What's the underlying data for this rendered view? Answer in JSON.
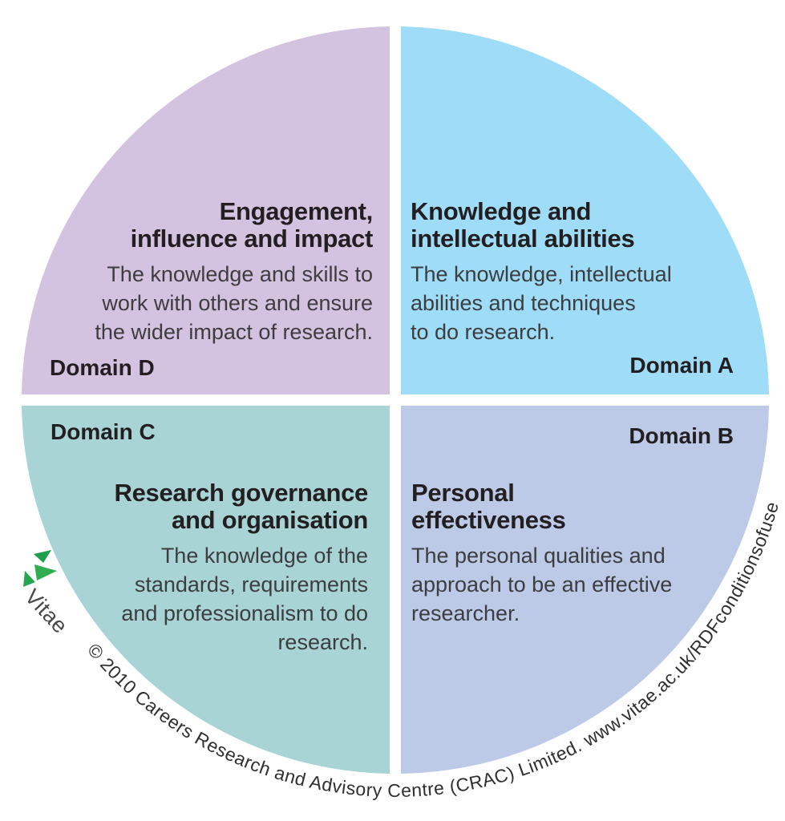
{
  "branding": {
    "name": "Vitae",
    "logo_green_dark": "#1f9f4d",
    "logo_green": "#31ad51",
    "logo_green_mid": "#27a64f"
  },
  "quadrants": {
    "d": {
      "domain_label": "Domain D",
      "color": "#d3c2e0",
      "title_lines": [
        "Engagement,",
        "influence and impact"
      ],
      "body_lines": [
        "The knowledge and skills to",
        "work with others and ensure",
        "the wider impact of research."
      ]
    },
    "a": {
      "domain_label": "Domain A",
      "color": "#9edcf7",
      "title_lines": [
        "Knowledge and",
        "intellectual abilities"
      ],
      "body_lines": [
        "The knowledge, intellectual",
        "abilities and techniques",
        "to do research."
      ]
    },
    "c": {
      "domain_label": "Domain C",
      "color": "#a9d4d6",
      "title_lines": [
        "Research governance",
        "and organisation"
      ],
      "body_lines": [
        "The knowledge of the",
        "standards, requirements",
        "and professionalism to do",
        "research."
      ]
    },
    "b": {
      "domain_label": "Domain B",
      "color": "#bccae8",
      "title_lines": [
        "Personal",
        "effectiveness"
      ],
      "body_lines": [
        "The personal qualities and",
        "approach to be an effective",
        "researcher."
      ]
    }
  },
  "footer": {
    "copyright_arc": "© 2010 Careers Research and Advisory Centre (CRAC) Limited. www.vitae.ac.uk/RDFconditionsofuse"
  }
}
